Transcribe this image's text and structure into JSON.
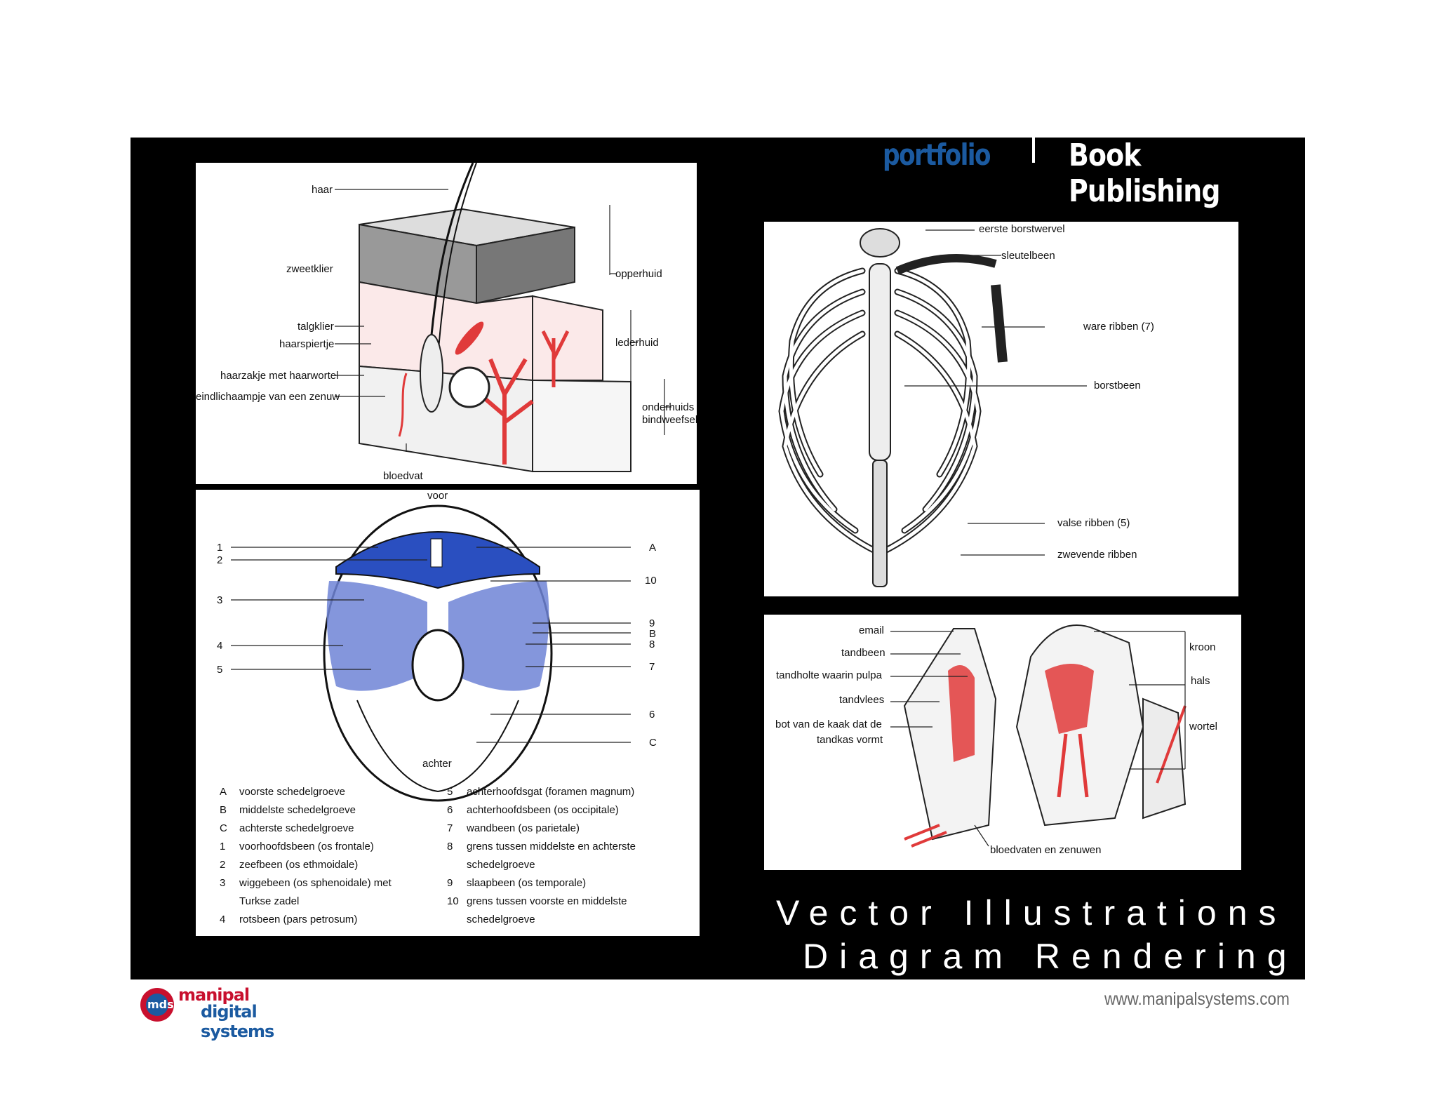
{
  "header": {
    "portfolio": "portfolio",
    "title": "Book Publishing"
  },
  "tagline": {
    "line1": "Vector Illustrations &",
    "line2": "Diagram Rendering"
  },
  "footer": {
    "url": "www.manipalsystems.com",
    "logo_line1": "manipal",
    "logo_line2": "digital systems",
    "logo_mark": "mds"
  },
  "skin": {
    "labels": {
      "haar": "haar",
      "zweetklier": "zweetklier",
      "talgklier": "talgklier",
      "haarspiertje": "haarspiertje",
      "haarzakje": "haarzakje met haarwortel",
      "eindlichaampje": "eindlichaampje van een zenuw",
      "bloedvat": "bloedvat",
      "opperhuid": "opperhuid",
      "lederhuid": "lederhuid",
      "onderhuids1": "onderhuids",
      "onderhuids2": "bindweefsel"
    }
  },
  "skull": {
    "voor": "voor",
    "achter": "achter",
    "left_numbers": [
      "1",
      "2",
      "3",
      "4",
      "5"
    ],
    "right_codes": [
      "A",
      "10",
      "9",
      "B",
      "8",
      "7",
      "6",
      "C"
    ],
    "legend_left": [
      {
        "k": "A",
        "t": "voorste schedelgroeve"
      },
      {
        "k": "B",
        "t": "middelste schedelgroeve"
      },
      {
        "k": "C",
        "t": "achterste schedelgroeve"
      },
      {
        "k": "1",
        "t": "voorhoofdsbeen (os frontale)"
      },
      {
        "k": "2",
        "t": "zeefbeen (os ethmoidale)"
      },
      {
        "k": "3",
        "t": "wiggebeen (os sphenoidale) met"
      },
      {
        "k": "",
        "t": "Turkse zadel"
      },
      {
        "k": "4",
        "t": "rotsbeen (pars petrosum)"
      }
    ],
    "legend_right": [
      {
        "k": "5",
        "t": "achterhoofdsgat (foramen magnum)"
      },
      {
        "k": "6",
        "t": "achterhoofdsbeen (os occipitale)"
      },
      {
        "k": "7",
        "t": "wandbeen (os parietale)"
      },
      {
        "k": "8",
        "t": "grens tussen middelste en achterste"
      },
      {
        "k": "",
        "t": "schedelgroeve"
      },
      {
        "k": "9",
        "t": "slaapbeen (os temporale)"
      },
      {
        "k": "10",
        "t": "grens tussen voorste en middelste"
      },
      {
        "k": "",
        "t": "schedelgroeve"
      }
    ]
  },
  "ribs": {
    "labels": {
      "borstwervel": "eerste borstwervel",
      "sleutelbeen": "sleutelbeen",
      "ware": "ware ribben (7)",
      "borstbeen": "borstbeen",
      "valse": "valse ribben (5)",
      "zwevende": "zwevende ribben"
    }
  },
  "teeth": {
    "labels": {
      "email": "email",
      "tandbeen": "tandbeen",
      "pulpa": "tandholte waarin pulpa",
      "tandvlees": "tandvlees",
      "bot1": "bot van de kaak dat de",
      "bot2": "tandkas vormt",
      "kroon": "kroon",
      "hals": "hals",
      "wortel": "wortel",
      "bloedvaten": "bloedvaten en zenuwen"
    }
  },
  "colors": {
    "board": "#000000",
    "accent_blue": "#1b5aa0",
    "skull_blue": "#2a4fc0",
    "vessel_red": "#e03a3a"
  }
}
